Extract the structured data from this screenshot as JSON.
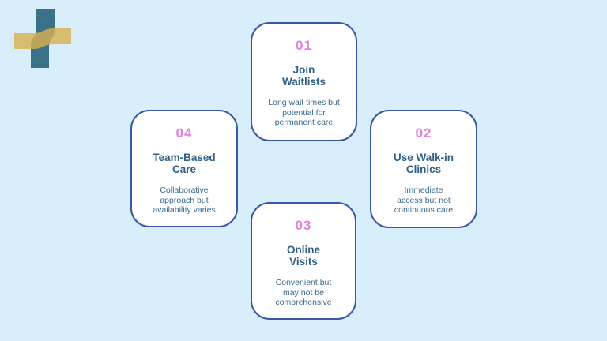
{
  "page": {
    "kind": "infographic",
    "background_color": "#d8eefa"
  },
  "logo": {
    "name": "medical-cross-logo",
    "teal_color": "#3a7186",
    "gold_color": "#d8b152"
  },
  "colors": {
    "card_border": "#3a57a5",
    "card_background": "#ffffff",
    "number_pink": "#e580db",
    "title_navy": "#2f6087",
    "body_navy": "#3a6a8d"
  },
  "cards": [
    {
      "number": "01",
      "title": "Join\nWaitlists",
      "description": "Long wait times but\npotential for\npermanent care"
    },
    {
      "number": "02",
      "title": "Use Walk-in\nClinics",
      "description": "Immediate\naccess but not\ncontinuous care"
    },
    {
      "number": "03",
      "title": "Online\nVisits",
      "description": "Convenient but\nmay not be\ncomprehensive"
    },
    {
      "number": "04",
      "title": "Team-Based\nCare",
      "description": "Collaborative\napproach but\navailability varies"
    }
  ]
}
